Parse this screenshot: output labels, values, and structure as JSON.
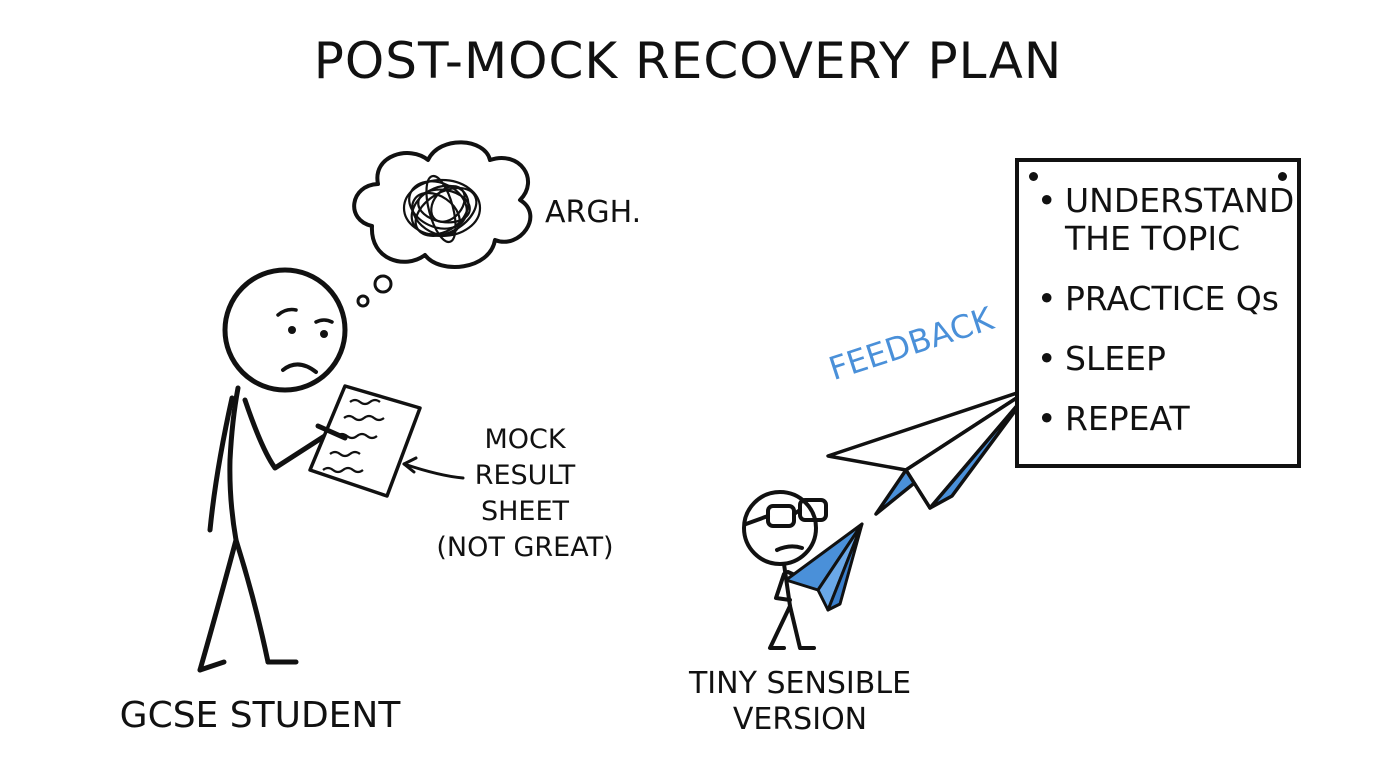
{
  "title": "POST-MOCK RECOVERY PLAN",
  "thought_text": "ARGH.",
  "mock_label": "MOCK\nRESULT\nSHEET\n(NOT GREAT)",
  "student_label": "GCSE STUDENT",
  "mini_label": "TINY SENSIBLE\nVERSION",
  "feedback_label": "FEEDBACK",
  "plan": {
    "items": [
      "UNDERSTAND THE TOPIC",
      "PRACTICE Qs",
      "SLEEP",
      "REPEAT"
    ]
  },
  "colors": {
    "ink": "#111111",
    "accent": "#4a90d9",
    "background": "#ffffff"
  }
}
